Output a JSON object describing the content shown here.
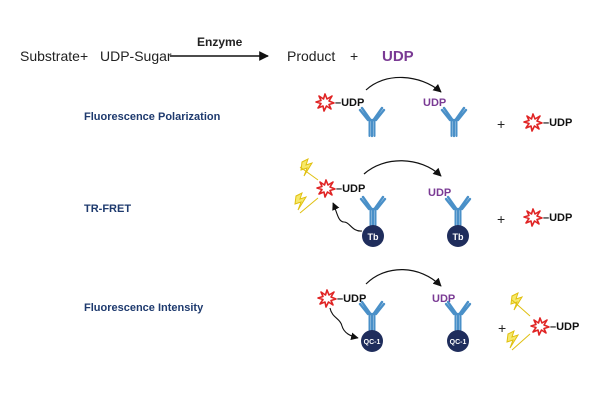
{
  "equation": {
    "substrate": "Substrate",
    "plus1": "+",
    "udp_sugar": "UDP-Sugar",
    "enzyme": "Enzyme",
    "product": "Product",
    "plus2": "+",
    "udp": "UDP"
  },
  "rows": [
    {
      "label": "Fluorescence Polarization",
      "tracer_text": "–UDP",
      "product_udp": "UDP",
      "plus": "+",
      "free_tracer_text": "–UDP",
      "bead": ""
    },
    {
      "label": "TR-FRET",
      "tracer_text": "–UDP",
      "product_udp": "UDP",
      "plus": "+",
      "free_tracer_text": "–UDP",
      "bead": "Tb"
    },
    {
      "label": "Fluorescence Intensity",
      "tracer_text": "–UDP",
      "product_udp": "UDP",
      "plus": "+",
      "free_tracer_text": "–UDP",
      "bead": "QC-1"
    }
  ],
  "colors": {
    "antibody": "#4a90c8",
    "udp_purple": "#7a3a94",
    "label_navy": "#1e3a6e",
    "bead_navy": "#1f2d5c",
    "star_red": "#e02424",
    "lightning": "#f2d72e"
  },
  "icons": [
    "fluorophore-star-icon",
    "antibody-icon",
    "lightning-icon",
    "reaction-arrow-icon"
  ]
}
